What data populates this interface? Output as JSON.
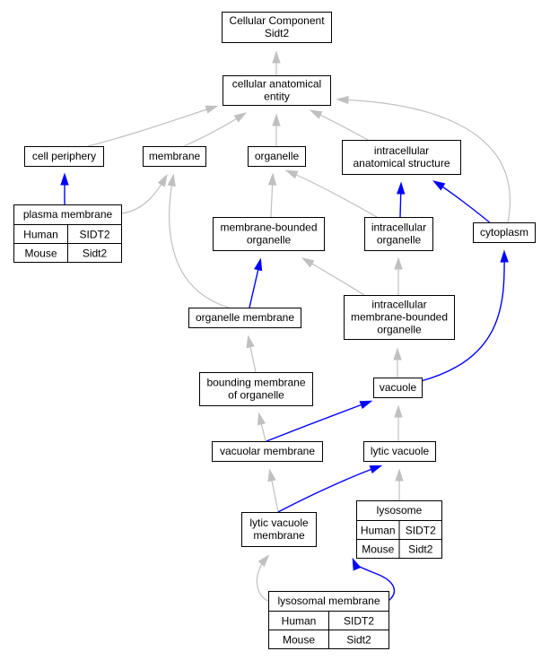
{
  "nodes": {
    "cellular_component": {
      "lines": [
        "Cellular Component",
        "Sidt2"
      ]
    },
    "cellular_anatomical_entity": {
      "lines": [
        "cellular anatomical",
        "entity"
      ]
    },
    "cell_periphery": {
      "lines": [
        "cell periphery"
      ]
    },
    "membrane": {
      "lines": [
        "membrane"
      ]
    },
    "organelle": {
      "lines": [
        "organelle"
      ]
    },
    "intracellular_anatomical_structure": {
      "lines": [
        "intracellular",
        "anatomical structure"
      ]
    },
    "plasma_membrane": {
      "lines": [
        "plasma membrane"
      ]
    },
    "membrane_bounded_organelle": {
      "lines": [
        "membrane-bounded",
        "organelle"
      ]
    },
    "intracellular_organelle": {
      "lines": [
        "intracellular",
        "organelle"
      ]
    },
    "cytoplasm": {
      "lines": [
        "cytoplasm"
      ]
    },
    "organelle_membrane": {
      "lines": [
        "organelle membrane"
      ]
    },
    "intracellular_membrane_bounded_organelle": {
      "lines": [
        "intracellular",
        "membrane-bounded",
        "organelle"
      ]
    },
    "bounding_membrane_of_organelle": {
      "lines": [
        "bounding membrane",
        "of organelle"
      ]
    },
    "vacuole": {
      "lines": [
        "vacuole"
      ]
    },
    "vacuolar_membrane": {
      "lines": [
        "vacuolar membrane"
      ]
    },
    "lytic_vacuole": {
      "lines": [
        "lytic vacuole"
      ]
    },
    "lytic_vacuole_membrane": {
      "lines": [
        "lytic vacuole",
        "membrane"
      ]
    },
    "lysosome": {
      "lines": [
        "lysosome"
      ]
    },
    "lysosomal_membrane": {
      "lines": [
        "lysosomal membrane"
      ]
    }
  },
  "annotations": {
    "plasma_membrane": {
      "human_label": "Human",
      "human_gene": "SIDT2",
      "mouse_label": "Mouse",
      "mouse_gene": "Sidt2"
    },
    "lysosome": {
      "human_label": "Human",
      "human_gene": "SIDT2",
      "mouse_label": "Mouse",
      "mouse_gene": "Sidt2"
    },
    "lysosomal_membrane": {
      "human_label": "Human",
      "human_gene": "SIDT2",
      "mouse_label": "Mouse",
      "mouse_gene": "Sidt2"
    }
  },
  "edges": [
    {
      "from": "cellular_anatomical_entity",
      "to": "cellular_component",
      "kind": "is_a"
    },
    {
      "from": "cell_periphery",
      "to": "cellular_anatomical_entity",
      "kind": "is_a"
    },
    {
      "from": "membrane",
      "to": "cellular_anatomical_entity",
      "kind": "is_a"
    },
    {
      "from": "organelle",
      "to": "cellular_anatomical_entity",
      "kind": "is_a"
    },
    {
      "from": "intracellular_anatomical_structure",
      "to": "cellular_anatomical_entity",
      "kind": "is_a"
    },
    {
      "from": "cytoplasm",
      "to": "cellular_anatomical_entity",
      "kind": "is_a"
    },
    {
      "from": "plasma_membrane",
      "to": "cell_periphery",
      "kind": "part_of"
    },
    {
      "from": "plasma_membrane",
      "to": "membrane",
      "kind": "is_a"
    },
    {
      "from": "organelle_membrane",
      "to": "membrane",
      "kind": "is_a"
    },
    {
      "from": "membrane_bounded_organelle",
      "to": "organelle",
      "kind": "is_a"
    },
    {
      "from": "intracellular_organelle",
      "to": "organelle",
      "kind": "is_a"
    },
    {
      "from": "intracellular_organelle",
      "to": "intracellular_anatomical_structure",
      "kind": "part_of"
    },
    {
      "from": "cytoplasm",
      "to": "intracellular_anatomical_structure",
      "kind": "part_of"
    },
    {
      "from": "organelle_membrane",
      "to": "membrane_bounded_organelle",
      "kind": "part_of"
    },
    {
      "from": "intracellular_membrane_bounded_organelle",
      "to": "membrane_bounded_organelle",
      "kind": "is_a"
    },
    {
      "from": "intracellular_membrane_bounded_organelle",
      "to": "intracellular_organelle",
      "kind": "is_a"
    },
    {
      "from": "bounding_membrane_of_organelle",
      "to": "organelle_membrane",
      "kind": "is_a"
    },
    {
      "from": "vacuole",
      "to": "intracellular_membrane_bounded_organelle",
      "kind": "is_a"
    },
    {
      "from": "vacuole",
      "to": "cytoplasm",
      "kind": "part_of"
    },
    {
      "from": "vacuolar_membrane",
      "to": "bounding_membrane_of_organelle",
      "kind": "is_a"
    },
    {
      "from": "vacuolar_membrane",
      "to": "vacuole",
      "kind": "part_of"
    },
    {
      "from": "lytic_vacuole",
      "to": "vacuole",
      "kind": "is_a"
    },
    {
      "from": "lytic_vacuole_membrane",
      "to": "vacuolar_membrane",
      "kind": "is_a"
    },
    {
      "from": "lytic_vacuole_membrane",
      "to": "lytic_vacuole",
      "kind": "part_of"
    },
    {
      "from": "lysosome",
      "to": "lytic_vacuole",
      "kind": "is_a"
    },
    {
      "from": "lysosomal_membrane",
      "to": "lytic_vacuole_membrane",
      "kind": "is_a"
    },
    {
      "from": "lysosomal_membrane",
      "to": "lysosome",
      "kind": "part_of"
    }
  ],
  "colors": {
    "is_a_edge": "#C0C0C0",
    "part_of_edge": "#0000FF",
    "human_cell": "#FF6347",
    "mouse_cell": "#ADD8E6"
  }
}
